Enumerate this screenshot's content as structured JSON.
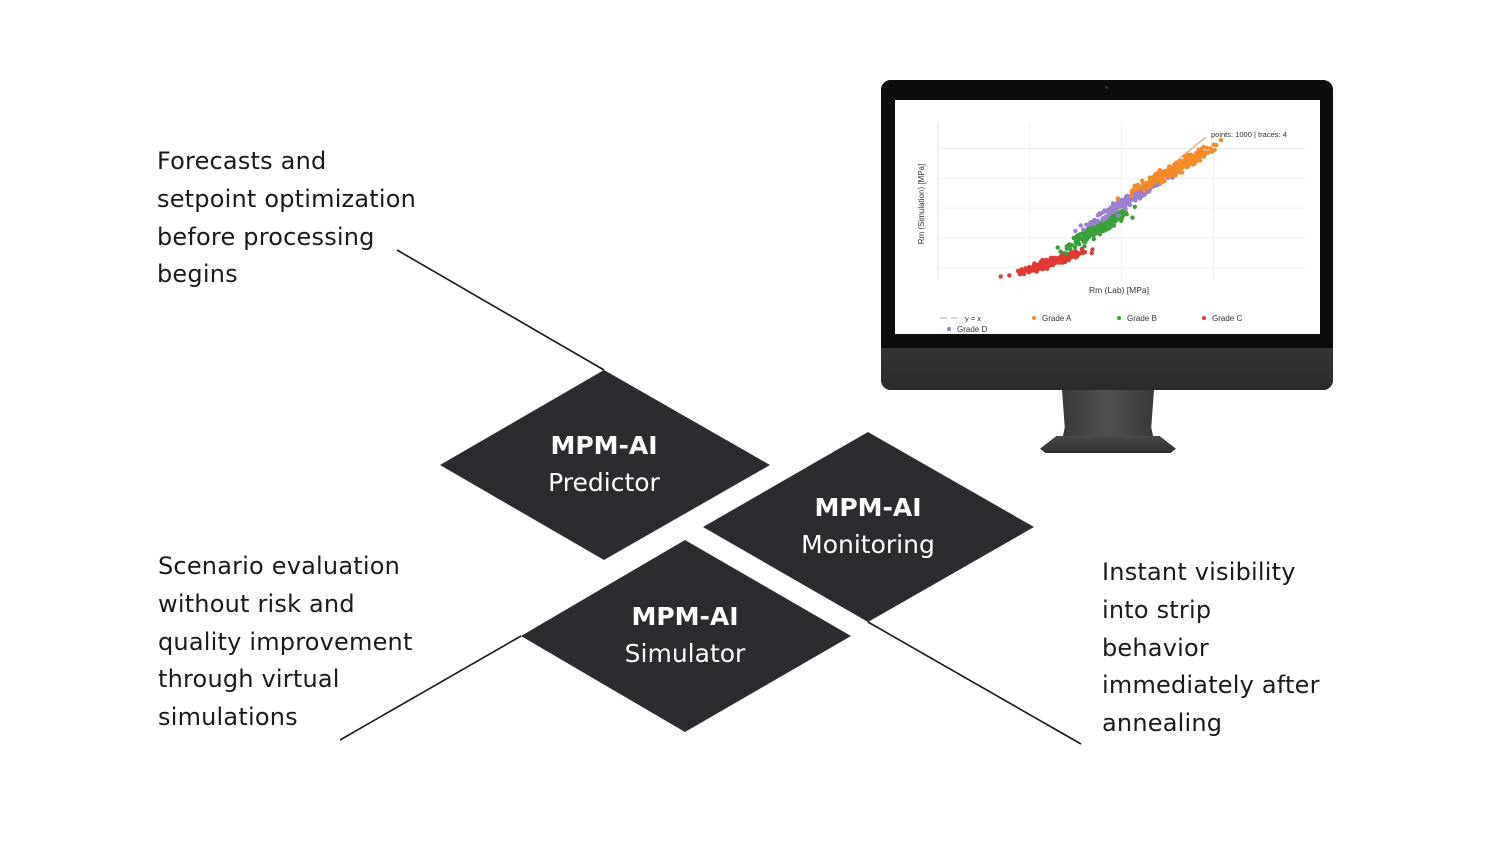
{
  "descriptions": {
    "predictor": [
      "Forecasts and",
      "setpoint optimization",
      "before processing",
      "begins"
    ],
    "simulator": [
      "Scenario evaluation",
      "without risk and",
      "quality improvement",
      "through virtual",
      "simulations"
    ],
    "monitoring": [
      "Instant visibility",
      "into strip",
      "behavior",
      "immediately after",
      "annealing"
    ]
  },
  "modules": [
    {
      "id": "predictor",
      "title": "MPM-AI",
      "subtitle": "Predictor"
    },
    {
      "id": "monitoring",
      "title": "MPM-AI",
      "subtitle": "Monitoring"
    },
    {
      "id": "simulator",
      "title": "MPM-AI",
      "subtitle": "Simulator"
    }
  ],
  "colors": {
    "diamond": "#2b2c30",
    "connector": "#1a1a1a",
    "grade_a": "#f58a2a",
    "grade_b": "#3aa13a",
    "grade_c": "#e03a33",
    "grade_d": "#9b7fd0",
    "identity_line": "#f0915a",
    "grid": "#ececec"
  },
  "chart_data": {
    "type": "scatter",
    "title": "",
    "annotation": "points: 1000 | traces: 4",
    "xlabel": "Rm (Lab) [MPa]",
    "ylabel": "Rm (Simulation) [MPa]",
    "xlim": [
      0,
      1
    ],
    "ylim": [
      0,
      1
    ],
    "axis_units_note": "no tick labels shown; normalized axis units",
    "grid": true,
    "legend_position": "bottom",
    "legend": [
      "y = x",
      "Grade A",
      "Grade B",
      "Grade C",
      "Grade D"
    ],
    "reference_line": {
      "name": "y = x",
      "style": "dashed",
      "x": [
        0.3,
        0.73
      ],
      "y": [
        0.05,
        0.95
      ]
    },
    "total_points": 1000,
    "series": [
      {
        "name": "Grade A",
        "color_key": "grade_a",
        "count": 250,
        "center": [
          0.64,
          0.72
        ],
        "spread": [
          0.05,
          0.06
        ],
        "trend_slope": 1.0
      },
      {
        "name": "Grade B",
        "color_key": "grade_b",
        "count": 250,
        "center": [
          0.44,
          0.31
        ],
        "spread": [
          0.04,
          0.06
        ],
        "trend_slope": 1.0
      },
      {
        "name": "Grade C",
        "color_key": "grade_c",
        "count": 250,
        "center": [
          0.31,
          0.07
        ],
        "spread": [
          0.04,
          0.04
        ],
        "trend_slope": 0.6
      },
      {
        "name": "Grade D",
        "color_key": "grade_d",
        "count": 250,
        "center": [
          0.52,
          0.51
        ],
        "spread": [
          0.05,
          0.05
        ],
        "trend_slope": 1.1
      }
    ]
  }
}
